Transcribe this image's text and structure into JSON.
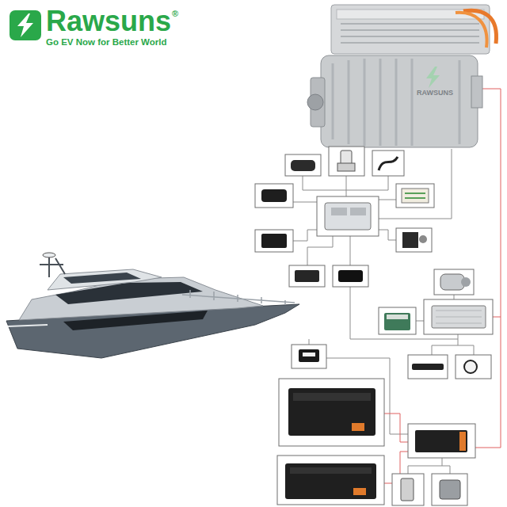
{
  "diagram": {
    "labels": [
      "Rawsuns",
      "®",
      "Go EV Now for Better World",
      "RAWSUNS"
    ]
  }
}
